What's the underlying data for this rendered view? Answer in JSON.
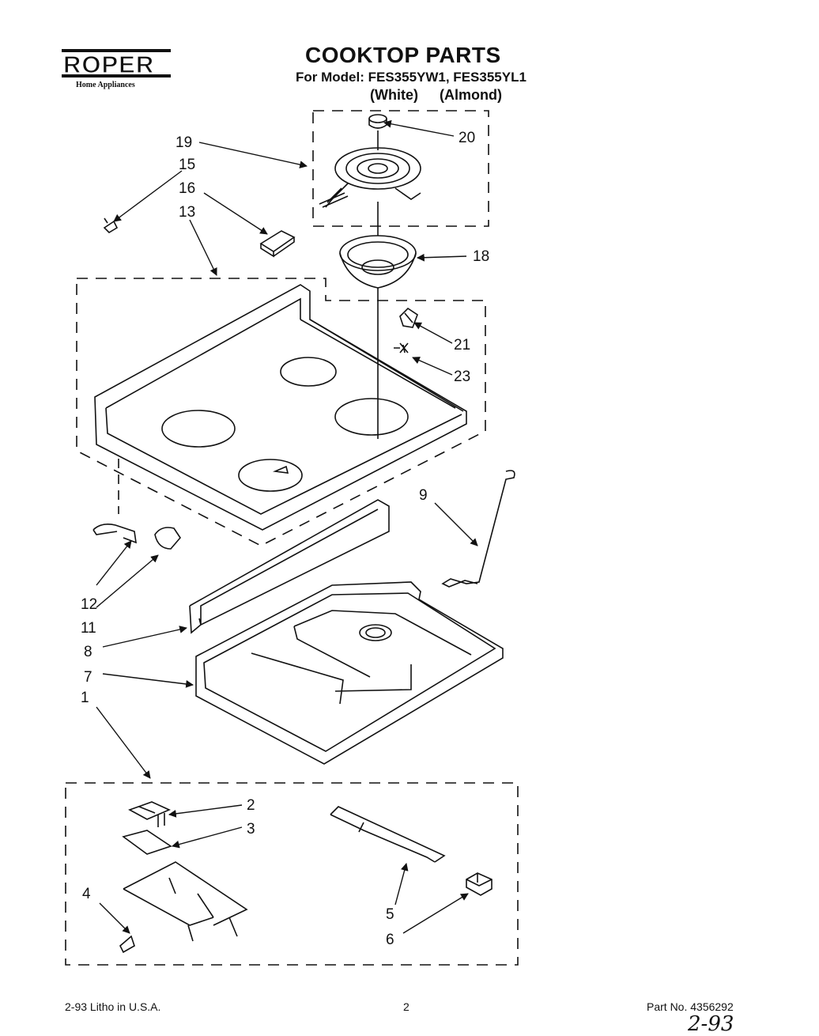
{
  "brand": {
    "logo_text": "ROPER",
    "sub_text": "Home Appliances"
  },
  "header": {
    "title": "COOKTOP PARTS",
    "model_line": "For Model: FES355YW1, FES355YL1",
    "color_white": "(White)",
    "color_almond": "(Almond)"
  },
  "callouts": {
    "c1": "1",
    "c2": "2",
    "c3": "3",
    "c4": "4",
    "c5": "5",
    "c6": "6",
    "c7": "7",
    "c8": "8",
    "c9": "9",
    "c11": "11",
    "c12": "12",
    "c13": "13",
    "c15": "15",
    "c16": "16",
    "c18": "18",
    "c19": "19",
    "c20": "20",
    "c21": "21",
    "c23": "23"
  },
  "footer": {
    "left": "2-93 Litho in U.S.A.",
    "page": "2",
    "part_no": "Part No. 4356292",
    "handwritten": "2-93"
  }
}
